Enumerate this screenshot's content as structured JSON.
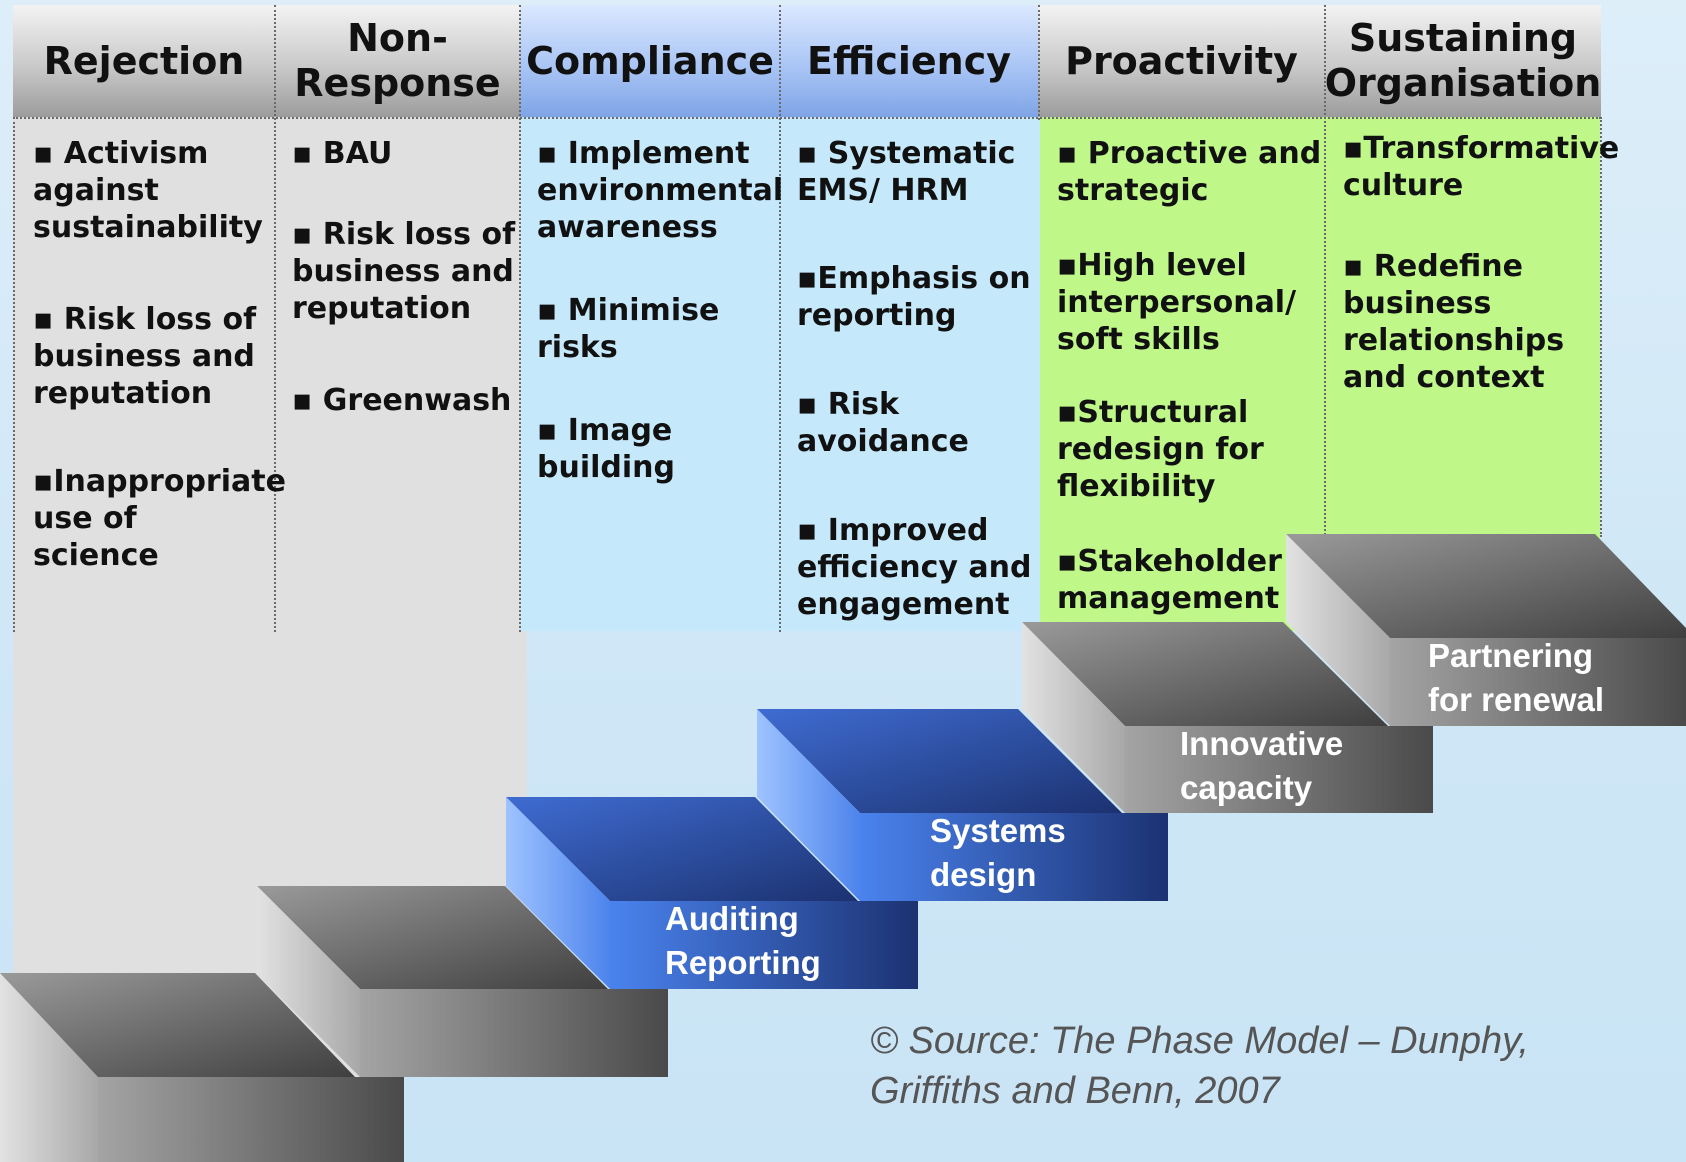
{
  "columns": [
    {
      "id": "rejection",
      "header": "Rejection",
      "items": [
        "▪ Activism against sustainability",
        "▪ Risk loss of business and reputation",
        "▪Inappropriate use of science"
      ]
    },
    {
      "id": "non-response",
      "header": "Non-\nResponse",
      "items": [
        "▪ BAU",
        "▪ Risk loss of business and reputation",
        "▪ Greenwash"
      ]
    },
    {
      "id": "compliance",
      "header": "Compliance",
      "items": [
        "▪ Implement environmental awareness",
        "▪ Minimise risks",
        "▪ Image building"
      ]
    },
    {
      "id": "efficiency",
      "header": "Efficiency",
      "items": [
        "▪ Systematic EMS/ HRM",
        "▪Emphasis on reporting",
        "▪ Risk avoidance",
        "▪ Improved efficiency and engagement"
      ]
    },
    {
      "id": "proactivity",
      "header": "Proactivity",
      "items": [
        "▪ Proactive and strategic",
        "▪High level interpersonal/ soft skills",
        "▪Structural redesign for flexibility",
        "▪Stakeholder management"
      ]
    },
    {
      "id": "sustaining",
      "header": "Sustaining\nOrganisation",
      "items": [
        "▪Transformative culture",
        "▪ Redefine business relationships and context"
      ]
    }
  ],
  "steps": [
    {
      "id": "step-1",
      "label": "",
      "style": "grey"
    },
    {
      "id": "step-2",
      "label": "",
      "style": "grey"
    },
    {
      "id": "step-auditing",
      "label": "Auditing\nReporting",
      "style": "blue"
    },
    {
      "id": "step-systems",
      "label": "Systems\ndesign",
      "style": "blue"
    },
    {
      "id": "step-innovative",
      "label": "Innovative\ncapacity",
      "style": "grey"
    },
    {
      "id": "step-partnering",
      "label": "Partnering\nfor renewal",
      "style": "grey"
    }
  ],
  "source": "© Source: The Phase Model – Dunphy,\nGriffiths and Benn, 2007",
  "colors": {
    "grey_panel": "#e0e0e0",
    "blue_panel": "#c5e9fb",
    "green_panel": "#bff889",
    "step_blue": "#3d68c8",
    "step_grey": "#8a8a8a"
  }
}
